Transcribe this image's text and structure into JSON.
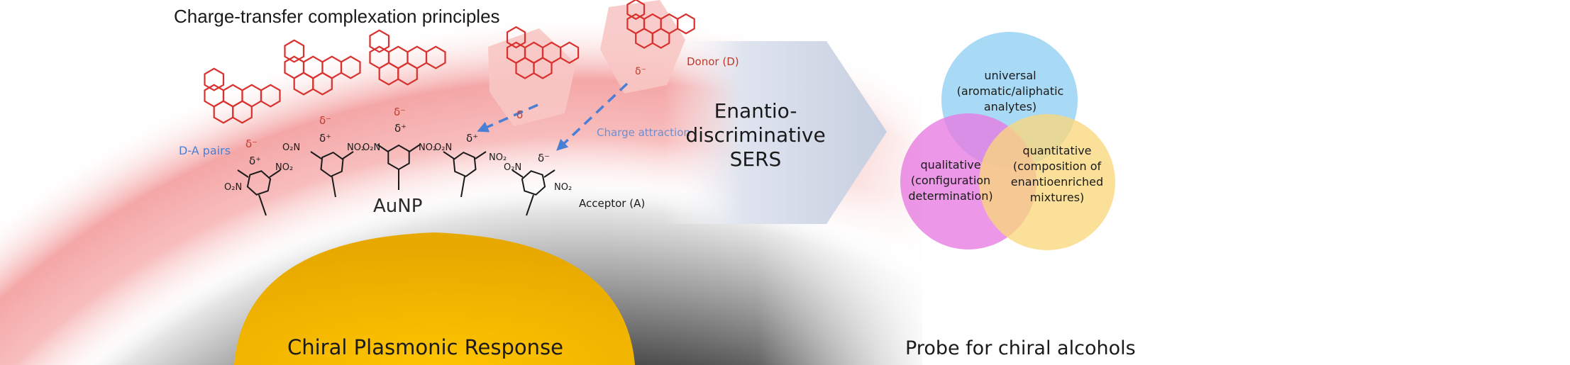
{
  "header": {
    "top_title": "Charge-transfer complexation principles",
    "bottom_left_title": "Chiral Plasmonic Response",
    "bottom_right_title": "Probe for chiral alcohols"
  },
  "labels": {
    "donor": "Donor (D)",
    "acceptor": "Acceptor (A)",
    "dA_pairs": "D-A pairs",
    "charge_attraction": "Charge attraction",
    "aunp": "AuNP",
    "delta_minus": "δ⁻",
    "delta_plus": "δ⁺",
    "delta": "δ",
    "no2": "NO₂",
    "o2n": "O₂N"
  },
  "arrow_text": {
    "line1": "Enantio-",
    "line2": "discriminative",
    "line3": "SERS"
  },
  "venn": {
    "circles": [
      {
        "name": "universal",
        "color": "#8fd0f4",
        "lines": [
          "universal",
          "(aromatic/aliphatic",
          "analytes)"
        ]
      },
      {
        "name": "qualitative",
        "color": "#e77ae0",
        "lines": [
          "qualitative",
          "(configuration",
          "determination)"
        ]
      },
      {
        "name": "quantitative",
        "color": "#f8d77c",
        "lines": [
          "quantitative",
          "(composition of",
          "enantioenriched",
          "mixtures)"
        ]
      }
    ]
  },
  "colors": {
    "donor_red": "#d8312e",
    "arrow_blue": "#4a7fd6",
    "gold": "#f0b400",
    "label_blue": "#6e8fcf",
    "label_red": "#c0392b"
  }
}
